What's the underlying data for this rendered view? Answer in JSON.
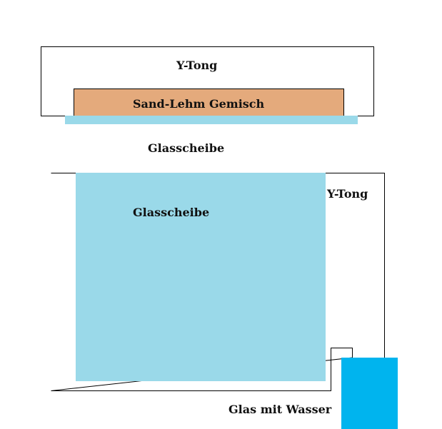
{
  "labels": {
    "top_block": "Y-Tong",
    "sand_layer": "Sand-Lehm Gemisch",
    "top_glass": "Glasscheibe",
    "main_glass": "Glasscheibe",
    "bottom_block": "Y-Tong",
    "water_glass": "Glas mit Wasser"
  },
  "colors": {
    "glass": "#9ad9e9",
    "sand": "#e4aa7c",
    "water": "#00b4ee",
    "outline": "#000000"
  }
}
